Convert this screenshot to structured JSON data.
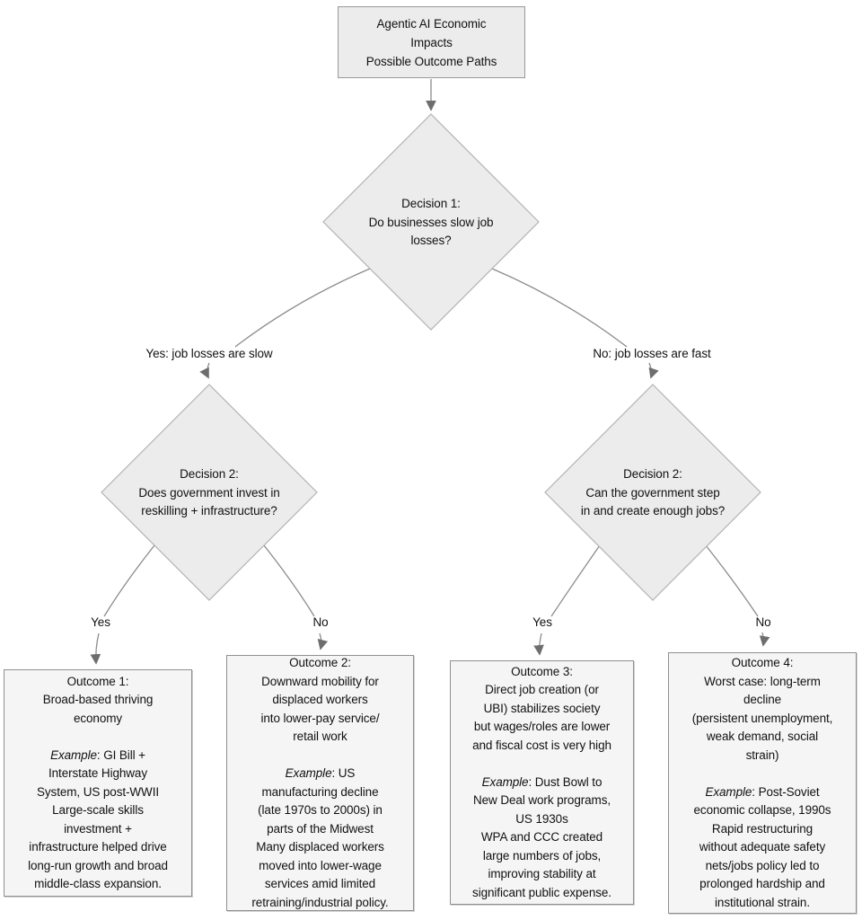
{
  "title_node": {
    "lines": [
      "Agentic AI Economic",
      "Impacts",
      "Possible Outcome Paths"
    ]
  },
  "decisions": [
    {
      "lines": [
        "Decision 1:",
        "Do businesses slow job",
        "losses?"
      ]
    },
    {
      "lines": [
        "Decision 2:",
        "Does government invest in",
        "reskilling + infrastructure?"
      ]
    },
    {
      "lines": [
        "Decision 2:",
        "Can the government step",
        "in and create enough jobs?"
      ]
    }
  ],
  "edge_labels": {
    "yes_slow": "Yes: job losses are slow",
    "no_fast": "No: job losses are fast",
    "yes_left": "Yes",
    "no_left": "No",
    "yes_right": "Yes",
    "no_right": "No"
  },
  "outcomes": [
    {
      "title": "Outcome 1:",
      "desc": [
        "Broad-based thriving",
        "economy"
      ],
      "example_label": "Example",
      "example_text": [
        ": GI Bill +",
        "Interstate Highway",
        "System, US post-WWII",
        "Large-scale skills",
        "investment +",
        "infrastructure helped drive",
        "long-run growth and broad",
        "middle-class expansion."
      ]
    },
    {
      "title": "Outcome 2:",
      "desc": [
        "Downward mobility for",
        "displaced workers",
        "into lower-pay service/",
        "retail work"
      ],
      "example_label": "Example",
      "example_text": [
        ": US",
        "manufacturing decline",
        "(late 1970s to 2000s) in",
        "parts of the Midwest",
        "Many displaced workers",
        "moved into lower-wage",
        "services amid limited",
        "retraining/industrial policy."
      ]
    },
    {
      "title": "Outcome 3:",
      "desc": [
        "Direct job creation (or",
        "UBI) stabilizes society",
        "but wages/roles are lower",
        "and fiscal cost is very high"
      ],
      "example_label": "Example",
      "example_text": [
        ": Dust Bowl to",
        "New Deal work programs,",
        "US 1930s",
        "WPA and CCC created",
        "large numbers of jobs,",
        "improving stability at",
        "significant public expense."
      ]
    },
    {
      "title": "Outcome 4:",
      "desc": [
        "Worst case: long-term",
        "decline",
        "(persistent unemployment,",
        "weak demand, social",
        "strain)"
      ],
      "example_label": "Example",
      "example_text": [
        ": Post-Soviet",
        "economic collapse, 1990s",
        "Rapid restructuring",
        "without adequate safety",
        "nets/jobs policy led to",
        "prolonged hardship and",
        "institutional strain."
      ]
    }
  ],
  "colors": {
    "node_fill": "#ececec",
    "node_border": "#999999",
    "outcome_fill": "#f5f5f5",
    "outcome_border": "#909090",
    "edge_line": "#8c8c8c",
    "arrowhead": "#6e6e6e",
    "text": "#111111"
  }
}
